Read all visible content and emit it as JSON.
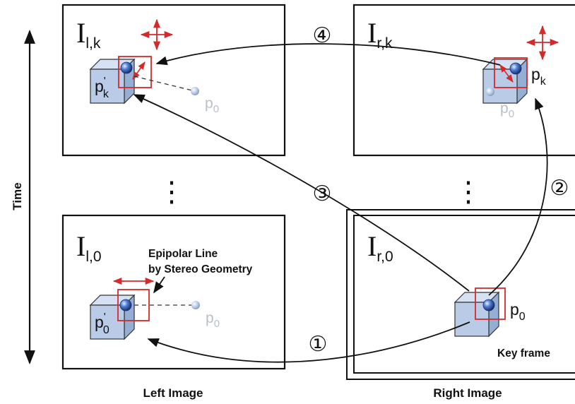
{
  "axis": {
    "label": "Time"
  },
  "panels": {
    "left_top": {
      "main": "I",
      "sub": "l,k"
    },
    "right_top": {
      "main": "I",
      "sub": "r,k"
    },
    "left_bottom": {
      "main": "I",
      "sub": "l,0"
    },
    "right_bottom": {
      "main": "I",
      "sub": "r,0"
    }
  },
  "points": {
    "lt_cube": {
      "main": "p",
      "sub": "k",
      "sup": "'"
    },
    "lt_ghost": {
      "main": "p",
      "sub": "0"
    },
    "rt_cube": {
      "main": "p",
      "sub": "k"
    },
    "rt_ghost": {
      "main": "p",
      "sub": "0"
    },
    "lb_cube": {
      "main": "p",
      "sub": "0",
      "sup": "'"
    },
    "lb_ghost": {
      "main": "p",
      "sub": "0"
    },
    "rb_cube": {
      "main": "p",
      "sub": "0"
    }
  },
  "annotations": {
    "epipolar_line_1": "Epipolar Line",
    "epipolar_line_2": "by Stereo Geometry",
    "key_frame": "Key frame"
  },
  "steps": [
    "①",
    "②",
    "③",
    "④"
  ],
  "captions": {
    "left": "Left Image",
    "right": "Right Image"
  },
  "ellipsis": "⋮",
  "colors": {
    "frame": "#111111",
    "cube_face": "#b9cbe6",
    "cube_top": "#d6e2f3",
    "cube_side": "#95aed3",
    "sphere": "#2a4fa8",
    "search_window": "#d42a2a",
    "ghost": "#b8c0c8"
  }
}
